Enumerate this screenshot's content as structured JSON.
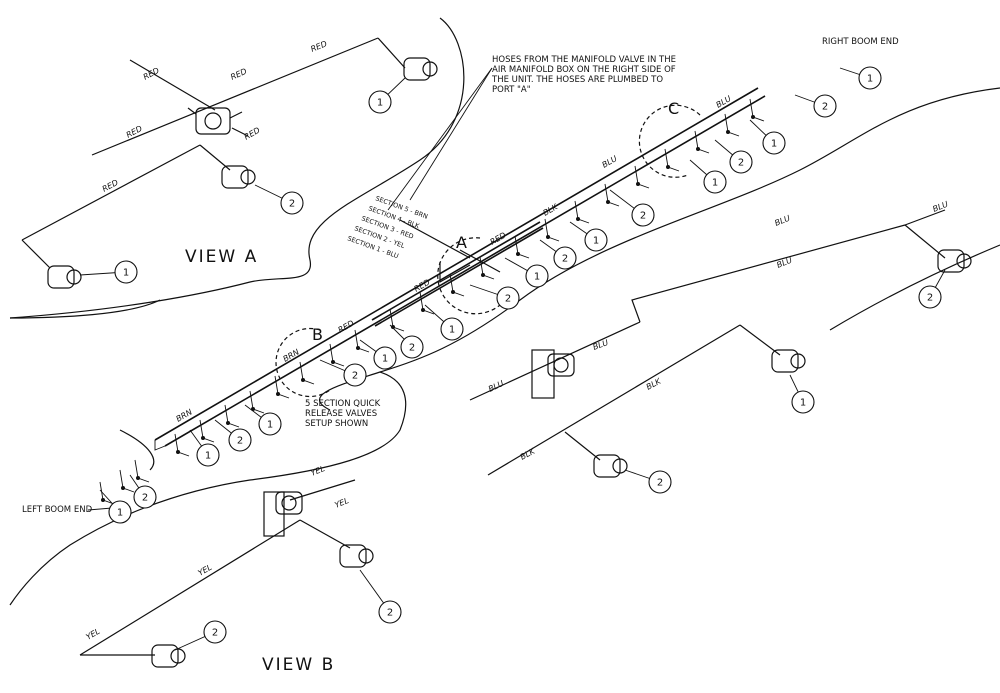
{
  "views": {
    "view_a": "VIEW A",
    "view_b": "VIEW B"
  },
  "detail_letters": {
    "a": "A",
    "b": "B",
    "c": "C"
  },
  "ends": {
    "right": "RIGHT BOOM END",
    "left": "LEFT BOOM END"
  },
  "notes": {
    "manifold": [
      "HOSES FROM THE MANIFOLD VALVE IN THE",
      "AIR MANIFOLD BOX ON THE RIGHT SIDE OF",
      "THE UNIT. THE HOSES ARE PLUMBED TO",
      "PORT \"A\""
    ],
    "quick_release": [
      "5 SECTION QUICK",
      "RELEASE VALVES",
      "SETUP SHOWN"
    ]
  },
  "sections": [
    "SECTION 5 - BRN",
    "SECTION 4 - BLK",
    "SECTION 3 - RED",
    "SECTION 2 - YEL",
    "SECTION 1 - BLU"
  ],
  "hose_colors": {
    "red": "RED",
    "blu": "BLU",
    "blk": "BLK",
    "yel": "YEL",
    "brn": "BRN"
  },
  "callout_numbers": {
    "one": "1",
    "two": "2"
  }
}
